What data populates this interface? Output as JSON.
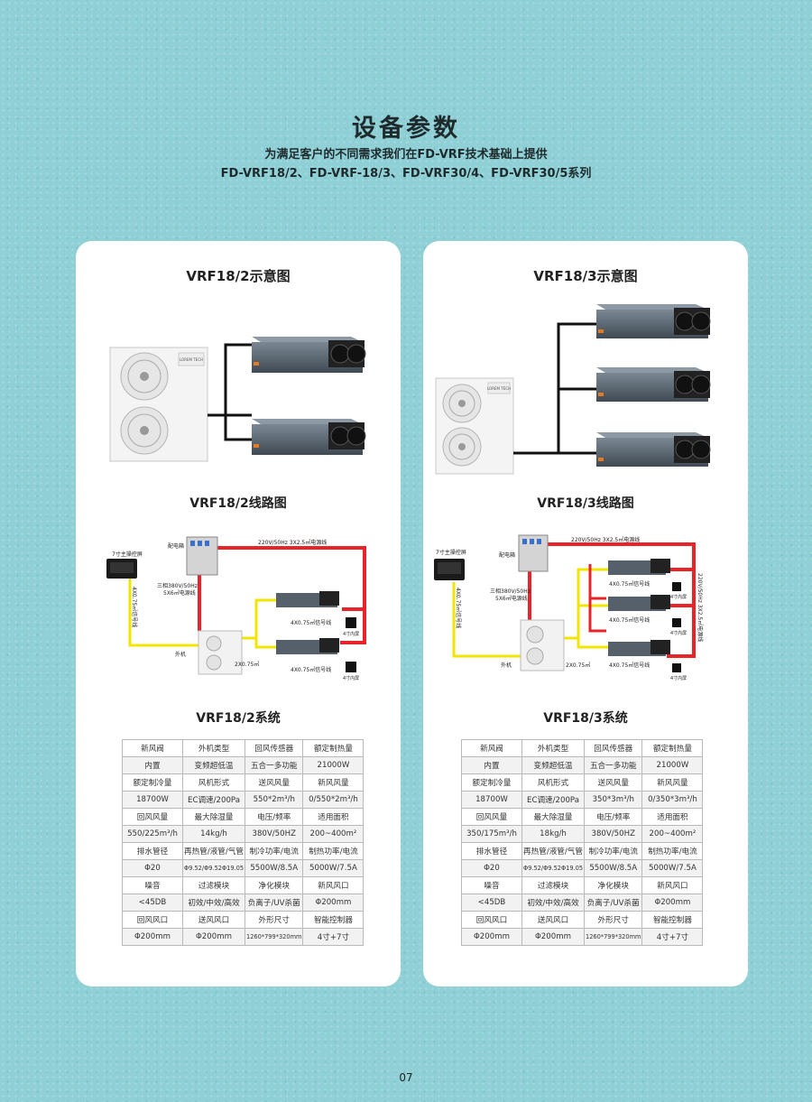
{
  "header": {
    "title": "设备参数",
    "subtitle1": "为满足客户的不同需求我们在FD-VRF技术基础上提供",
    "subtitle2": "FD-VRF18/2、FD-VRF-18/3、FD-VRF30/4、FD-VRF30/5系列"
  },
  "left": {
    "schematic_title": "VRF18/2示意图",
    "wiring_title": "VRF18/2线路图",
    "system_title": "VRF18/2系统",
    "labels": {
      "panel": "7寸主操控屏",
      "box": "配电箱",
      "power_line": "220V/50Hz 3X2.5㎡电源线",
      "three_phase1": "三相380V/50Hz",
      "three_phase2": "5X6㎡电源线",
      "signal_vertical": "4X0.75㎡信号线",
      "signal1": "4X0.75㎡信号线",
      "signal2": "4X0.75㎡信号线",
      "screen1": "4寸内屏",
      "screen2": "4寸内屏",
      "outdoor": "外机",
      "cable": "2X0.75㎡"
    },
    "brand": "LOREM TECH",
    "rows": [
      [
        "新风阀",
        "外机类型",
        "回风传感器",
        "额定制热量"
      ],
      [
        "内置",
        "变频超低温",
        "五合一多功能",
        "21000W"
      ],
      [
        "额定制冷量",
        "风机形式",
        "送风风量",
        "新风风量"
      ],
      [
        "18700W",
        "EC调速/200Pa",
        "550*2m³/h",
        "0/550*2m³/h"
      ],
      [
        "回风风量",
        "最大除湿量",
        "电压/频率",
        "适用面积"
      ],
      [
        "550/225m³/h",
        "14kg/h",
        "380V/50HZ",
        "200~400m²"
      ],
      [
        "排水管径",
        "再热管/液管/气管",
        "制冷功率/电流",
        "制热功率/电流"
      ],
      [
        "Φ20",
        "Φ9.52/Φ9.52Φ19.05",
        "5500W/8.5A",
        "5000W/7.5A"
      ],
      [
        "噪音",
        "过滤模块",
        "净化模块",
        "新风风口"
      ],
      [
        "<45DB",
        "初效/中效/高效",
        "负离子/UV杀菌",
        "Φ200mm"
      ],
      [
        "回风风口",
        "送风风口",
        "外形尺寸",
        "智能控制器"
      ],
      [
        "Φ200mm",
        "Φ200mm",
        "1260*799*320mm",
        "4寸+7寸"
      ]
    ]
  },
  "right": {
    "schematic_title": "VRF18/3示意图",
    "wiring_title": "VRF18/3线路图",
    "system_title": "VRF18/3系统",
    "labels": {
      "panel": "7寸主操控屏",
      "box": "配电箱",
      "power_line": "220V/50Hz 3X2.5㎡电源线",
      "three_phase1": "三相380V/50Hz",
      "three_phase2": "5X6㎡电源线",
      "signal_vertical": "4X0.75㎡信号线",
      "power_vertical": "220V/50Hz 3X2.5㎡电源线",
      "signal1": "4X0.75㎡信号线",
      "signal2": "4X0.75㎡信号线",
      "signal3": "4X0.75㎡信号线",
      "screen1": "4寸内屏",
      "screen2": "4寸内屏",
      "screen3": "4寸内屏",
      "outdoor": "外机",
      "cable": "2X0.75㎡"
    },
    "brand": "LOREM TECH",
    "rows": [
      [
        "新风阀",
        "外机类型",
        "回风传感器",
        "额定制热量"
      ],
      [
        "内置",
        "变频超低温",
        "五合一多功能",
        "21000W"
      ],
      [
        "额定制冷量",
        "风机形式",
        "送风风量",
        "新风风量"
      ],
      [
        "18700W",
        "EC调速/200Pa",
        "350*3m³/h",
        "0/350*3m³/h"
      ],
      [
        "回风风量",
        "最大除湿量",
        "电压/频率",
        "适用面积"
      ],
      [
        "350/175m³/h",
        "18kg/h",
        "380V/50HZ",
        "200~400m²"
      ],
      [
        "排水管径",
        "再热管/液管/气管",
        "制冷功率/电流",
        "制热功率/电流"
      ],
      [
        "Φ20",
        "Φ9.52/Φ9.52Φ19.05",
        "5500W/8.5A",
        "5000W/7.5A"
      ],
      [
        "噪音",
        "过滤模块",
        "净化模块",
        "新风风口"
      ],
      [
        "<45DB",
        "初效/中效/高效",
        "负离子/UV杀菌",
        "Φ200mm"
      ],
      [
        "回风风口",
        "送风风口",
        "外形尺寸",
        "智能控制器"
      ],
      [
        "Φ200mm",
        "Φ200mm",
        "1260*799*320mm",
        "4寸+7寸"
      ]
    ]
  },
  "page_number": "07",
  "colors": {
    "background": "#8fd0d6",
    "power_line": "#e8232a",
    "signal_line": "#f2e600",
    "unit_body": "#5e6b78"
  }
}
